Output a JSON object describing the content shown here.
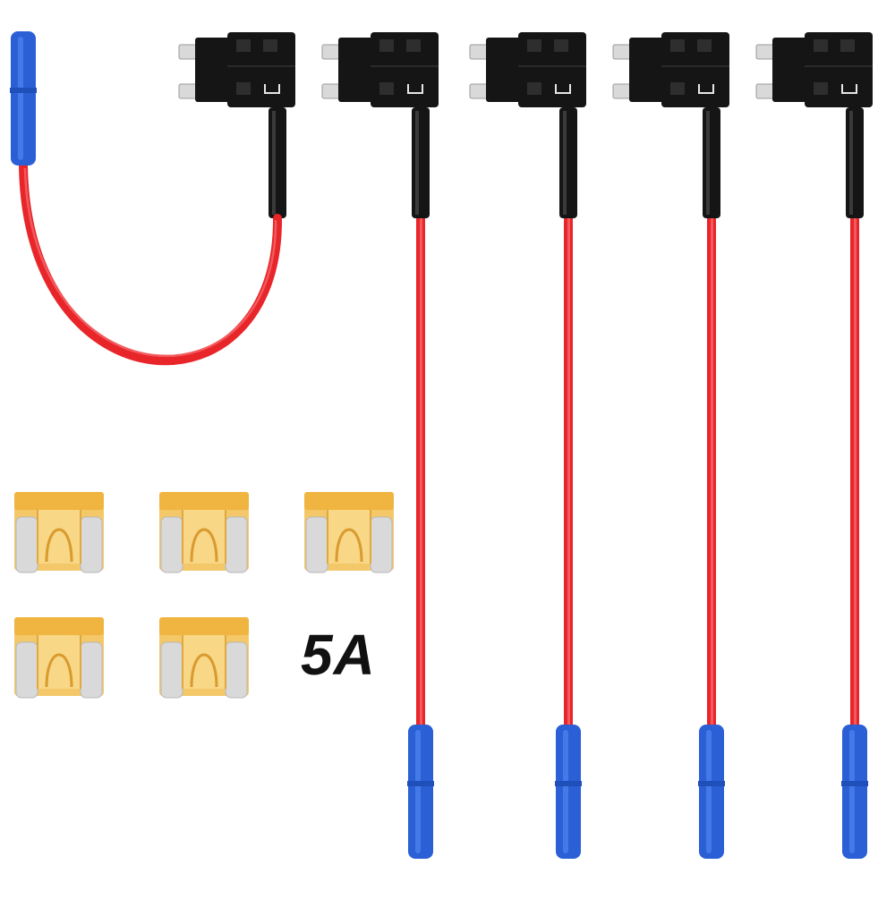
{
  "product": {
    "fuse_rating_label": "5A"
  },
  "colors": {
    "wire_red": "#e8262a",
    "wire_red_dark": "#c31a1e",
    "connector_blue": "#2a5fd6",
    "connector_blue_light": "#4f86f0",
    "holder_black": "#151515",
    "fuse_amber": "#f3c35c",
    "fuse_amber_light": "#f8d98c",
    "blade_silver": "#d9d9d9"
  },
  "items": {
    "fuse_taps": {
      "count": 5
    },
    "spare_fuses": {
      "count": 5
    }
  },
  "icons": {
    "fuse_tap": "fuse-tap-icon",
    "mini_fuse": "mini-blade-fuse-icon",
    "butt_connector": "butt-connector-icon"
  }
}
